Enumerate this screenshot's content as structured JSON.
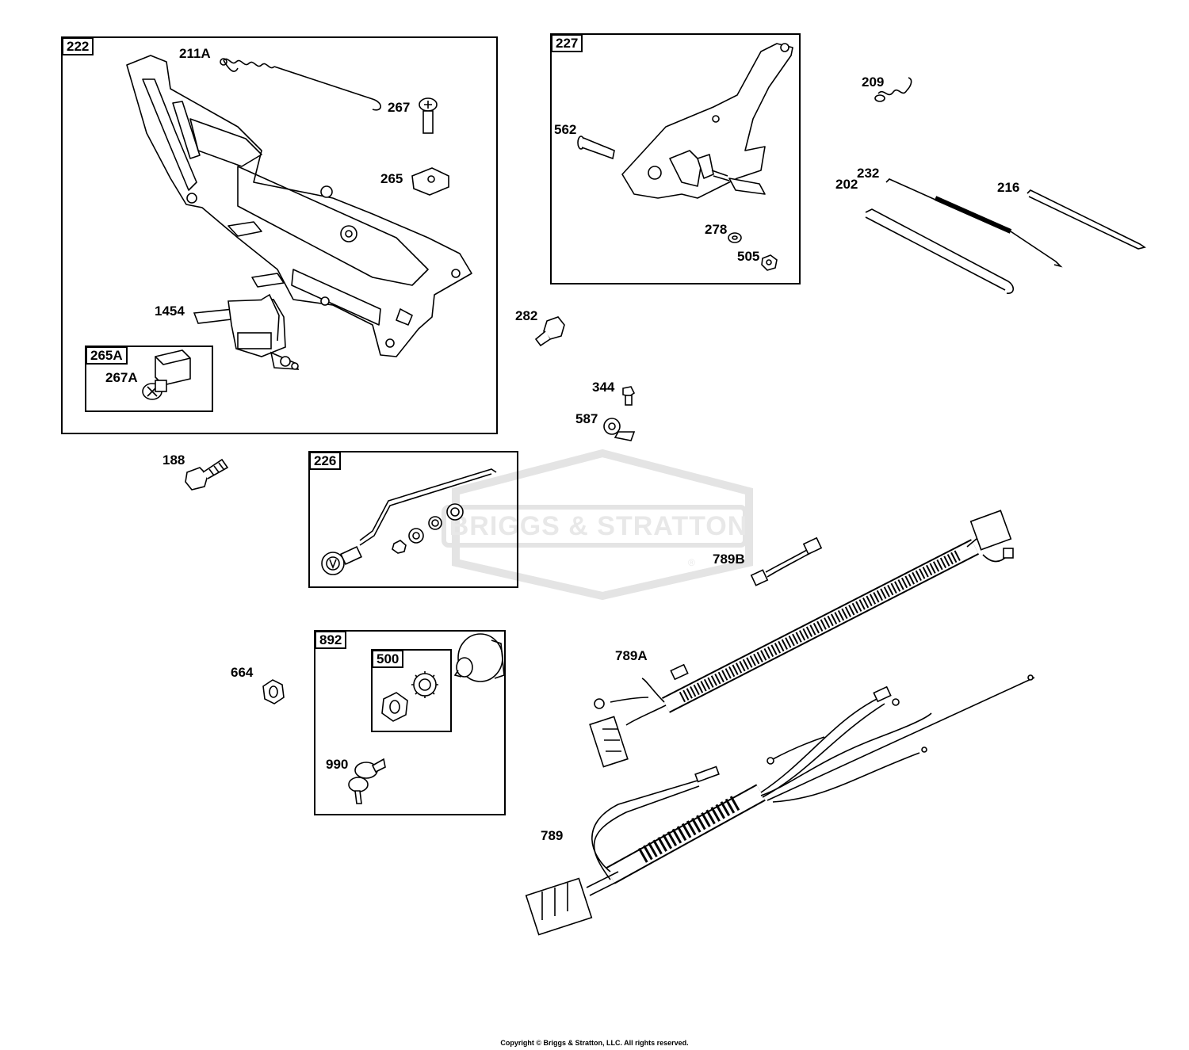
{
  "watermark": {
    "brand": "BRIGGS & STRATTON",
    "registered": "®"
  },
  "assemblies": {
    "b222": "222",
    "b265A": "265A",
    "b227": "227",
    "b226": "226",
    "b892": "892",
    "b500": "500"
  },
  "parts": {
    "p211A": "211A",
    "p267": "267",
    "p265": "265",
    "p1454": "1454",
    "p267A": "267A",
    "p562": "562",
    "p278": "278",
    "p505": "505",
    "p209": "209",
    "p232": "232",
    "p216": "216",
    "p202": "202",
    "p282": "282",
    "p344": "344",
    "p587": "587",
    "p188": "188",
    "p789B": "789B",
    "p789A": "789A",
    "p664": "664",
    "p990": "990",
    "p789": "789"
  },
  "footer": {
    "copyright": "Copyright © Briggs & Stratton, LLC. All rights reserved."
  }
}
